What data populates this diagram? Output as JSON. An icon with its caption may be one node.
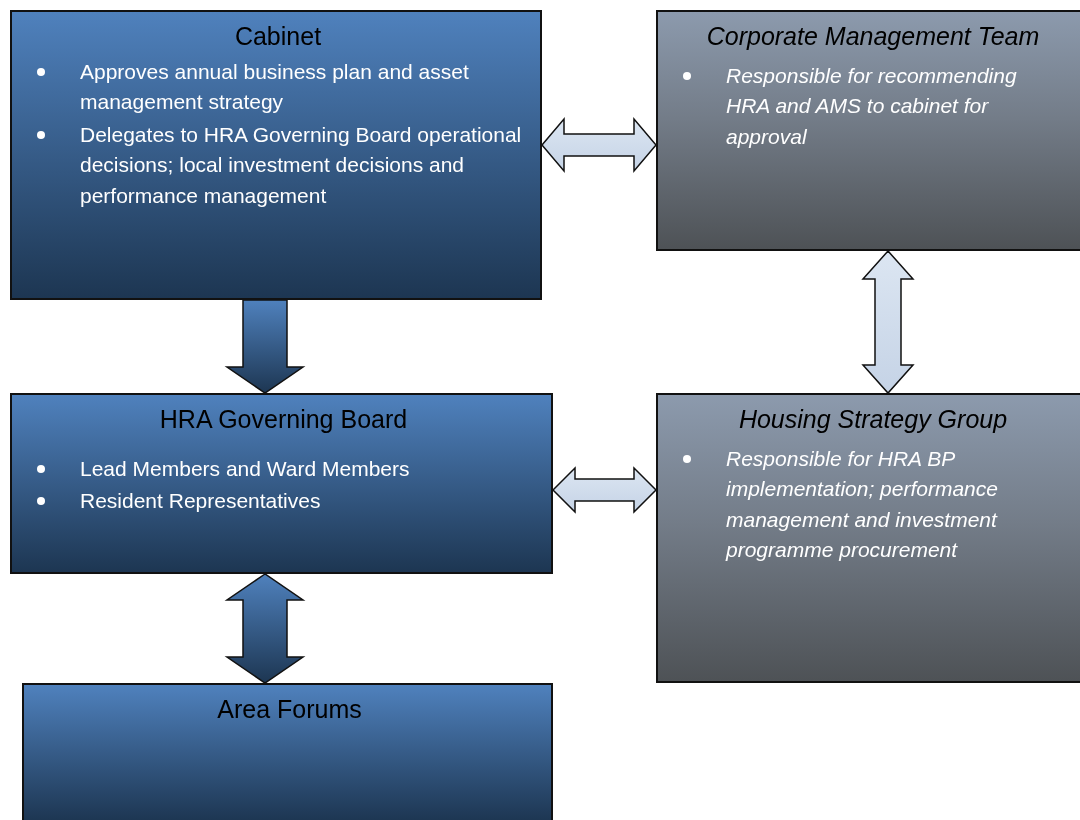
{
  "diagram": {
    "nodes": [
      {
        "text": [
          "Cabinet",
          "Approves annual business plan and asset management strategy",
          "Delegates to HRA Governing Board operational decisions; local investment decisions and performance management"
        ]
      },
      {
        "text": [
          "Corporate Management Team",
          "Responsible for recommending HRA and AMS to cabinet for approval"
        ]
      },
      {
        "text": [
          "HRA Governing Board",
          "Lead Members and Ward Members",
          "Resident Representatives"
        ]
      },
      {
        "text": [
          "Housing Strategy Group",
          "Responsible for HRA BP implementation; performance management and investment programme procurement"
        ]
      },
      {
        "text": [
          "Area Forums"
        ]
      }
    ],
    "edges": [
      {
        "from": 0,
        "to": 1,
        "arrow": "both"
      },
      {
        "from": 0,
        "to": 2,
        "arrow": "to",
        "color": "#4f81bd"
      },
      {
        "from": 1,
        "to": 3,
        "arrow": "both"
      },
      {
        "from": 2,
        "to": 3,
        "arrow": "both"
      },
      {
        "from": 2,
        "to": 4,
        "arrow": "both",
        "color": "#4f81bd"
      }
    ]
  }
}
